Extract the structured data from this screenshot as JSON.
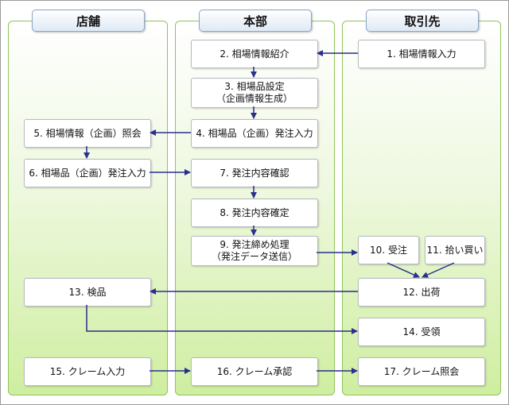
{
  "lanes": {
    "store": "店舗",
    "hq": "本部",
    "supplier": "取引先"
  },
  "steps": {
    "s1": "1. 相場情報入力",
    "s2": "2. 相場情報紹介",
    "s3_line1": "3. 相場品設定",
    "s3_line2": "（企画情報生成）",
    "s4": "4. 相場品（企画）発注入力",
    "s5": "5. 相場情報（企画）照会",
    "s6": "6. 相場品（企画）発注入力",
    "s7": "7. 発注内容確認",
    "s8": "8. 発注内容確定",
    "s9_line1": "9. 発注締め処理",
    "s9_line2": "（発注データ送信）",
    "s10": "10. 受注",
    "s11": "11. 拾い買い",
    "s12": "12. 出荷",
    "s13": "13. 検品",
    "s14": "14. 受領",
    "s15": "15. クレーム入力",
    "s16": "16. クレーム承認",
    "s17": "17. クレーム照会"
  },
  "colors": {
    "arrow": "#2a2f8c",
    "lane_border": "#8fc45a",
    "lane_header_border": "#8aa6c4"
  }
}
